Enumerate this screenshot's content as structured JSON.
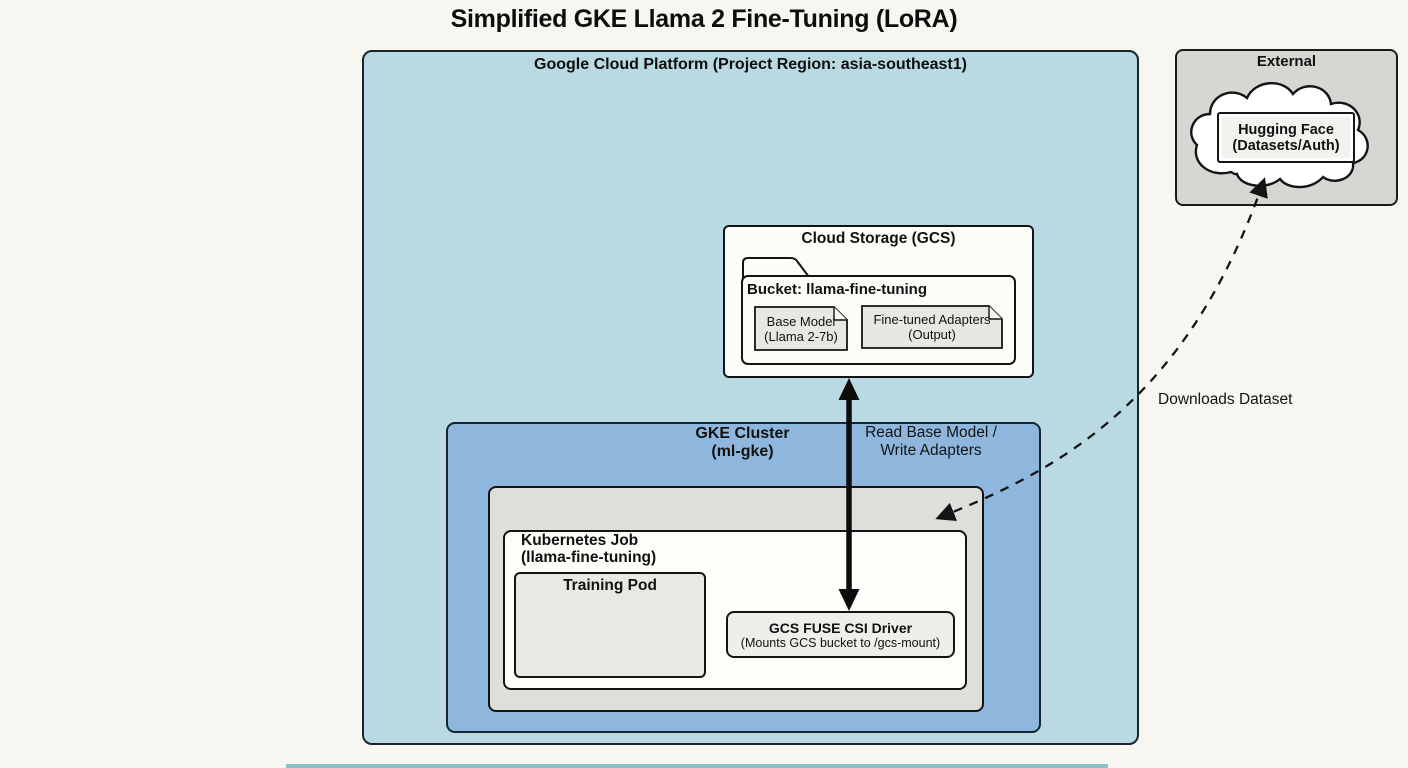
{
  "title": "Simplified GKE Llama 2 Fine-Tuning (LoRA)",
  "gcp": {
    "label": "Google Cloud Platform (Project Region: asia-southeast1)"
  },
  "external": {
    "label": "External",
    "hugging_face": {
      "line1": "Hugging Face",
      "line2": "(Datasets/Auth)"
    }
  },
  "gcs": {
    "title": "Cloud Storage (GCS)",
    "bucket_label": "Bucket: llama-fine-tuning",
    "base_model": {
      "line1": "Base Model",
      "line2": "(Llama 2-7b)"
    },
    "adapters": {
      "line1": "Fine-tuned Adapters",
      "line2": "(Output)"
    }
  },
  "gke": {
    "label_line1": "GKE Cluster",
    "label_line2": "(ml-gke)",
    "job": {
      "line1": "Kubernetes Job",
      "line2": "(llama-fine-tuning)"
    },
    "training_pod": "Training Pod",
    "fuse": {
      "line1": "GCS FUSE CSI Driver",
      "line2": "(Mounts GCS bucket to /gcs-mount)"
    }
  },
  "edges": {
    "read_write_line1": "Read Base Model /",
    "read_write_line2": "Write Adapters",
    "downloads_label": "Downloads Dataset"
  },
  "colors": {
    "background": "#f7f7f1",
    "gcp_fill": "#b9dae2",
    "gke_fill": "#8fb7dd",
    "node_pool_fill": "#dededa",
    "external_fill": "#d6d6d2",
    "panel_fill": "#fcfcf8",
    "inner_box_fill": "#e8e8e4",
    "border": "#141414",
    "bottom_strip": "#8cc1cb"
  }
}
